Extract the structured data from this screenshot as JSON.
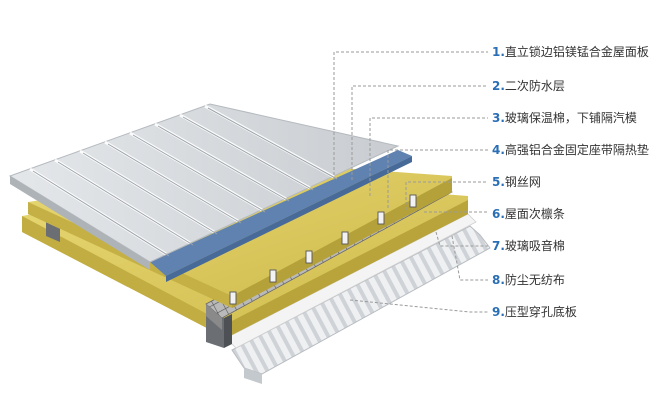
{
  "legend": [
    {
      "num": "1.",
      "label": "直立锁边铝镁锰合金屋面板"
    },
    {
      "num": "2.",
      "label": "二次防水层"
    },
    {
      "num": "3.",
      "label": "玻璃保温棉，下铺隔汽模"
    },
    {
      "num": "4.",
      "label": "高强铝合金固定座带隔热垫"
    },
    {
      "num": "5.",
      "label": "钢丝网"
    },
    {
      "num": "6.",
      "label": "屋面次檩条"
    },
    {
      "num": "7.",
      "label": "玻璃吸音棉"
    },
    {
      "num": "8.",
      "label": "防尘无纺布"
    },
    {
      "num": "9.",
      "label": "压型穿孔底板"
    }
  ],
  "colors": {
    "accent_number": "#2a6fb5",
    "insulation": "#d9c75a",
    "waterproof": "#5f82b0",
    "roof_panel": "#d7dadd",
    "leader_line": "#9a9a9a"
  }
}
